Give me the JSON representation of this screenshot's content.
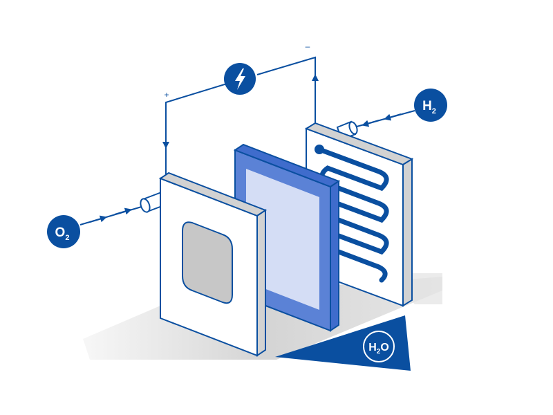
{
  "diagram": {
    "labels": {
      "oxygen": {
        "base": "O",
        "sub": "2"
      },
      "hydrogen": {
        "base": "H",
        "sub": "2"
      },
      "water": {
        "base": "H",
        "sub": "2",
        "tail": "O"
      },
      "positive_terminal": "+",
      "negative_terminal": "–"
    },
    "icons": {
      "power": "lightning-bolt-icon"
    },
    "colors": {
      "primary": "#0a4fa0",
      "membrane_face": "#5b82d6",
      "membrane_inner": "#d4ddf5",
      "plate_face": "#ffffff",
      "plate_side": "#d2d2d2",
      "catalyst": "#c7c7c7",
      "shadow": "#dcdcdc"
    }
  }
}
